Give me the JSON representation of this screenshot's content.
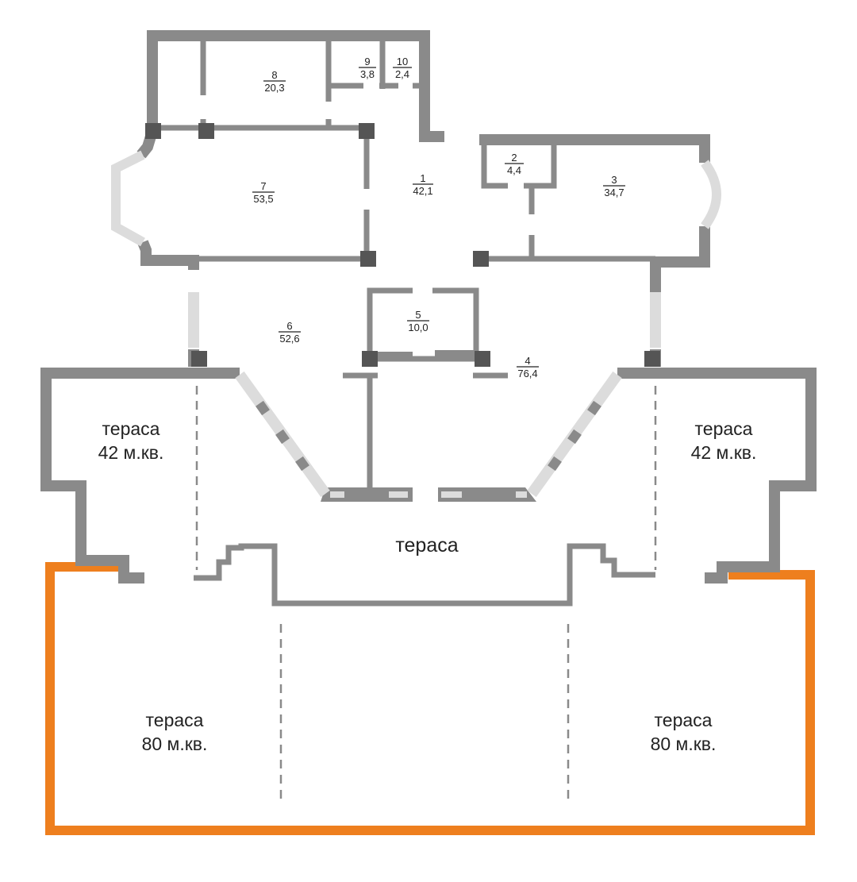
{
  "rooms": [
    {
      "id": "1",
      "number": "1",
      "area": "42,1"
    },
    {
      "id": "2",
      "number": "2",
      "area": "4,4"
    },
    {
      "id": "3",
      "number": "3",
      "area": "34,7"
    },
    {
      "id": "4",
      "number": "4",
      "area": "76,4"
    },
    {
      "id": "5",
      "number": "5",
      "area": "10,0"
    },
    {
      "id": "6",
      "number": "6",
      "area": "52,6"
    },
    {
      "id": "7",
      "number": "7",
      "area": "53,5"
    },
    {
      "id": "8",
      "number": "8",
      "area": "20,3"
    },
    {
      "id": "9",
      "number": "9",
      "area": "3,8"
    },
    {
      "id": "10",
      "number": "10",
      "area": "2,4"
    }
  ],
  "terraces": {
    "left_upper": {
      "name": "тераса",
      "area": "42 м.кв."
    },
    "right_upper": {
      "name": "тераса",
      "area": "42 м.кв."
    },
    "center": {
      "name": "тераса"
    },
    "left_lower": {
      "name": "тераса",
      "area": "80 м.кв."
    },
    "right_lower": {
      "name": "тераса",
      "area": "80 м.кв."
    }
  },
  "colors": {
    "wall": "#8a8a8a",
    "column": "#555555",
    "glazing": "#dcdcdc",
    "highlight": "#ee7f1e"
  }
}
